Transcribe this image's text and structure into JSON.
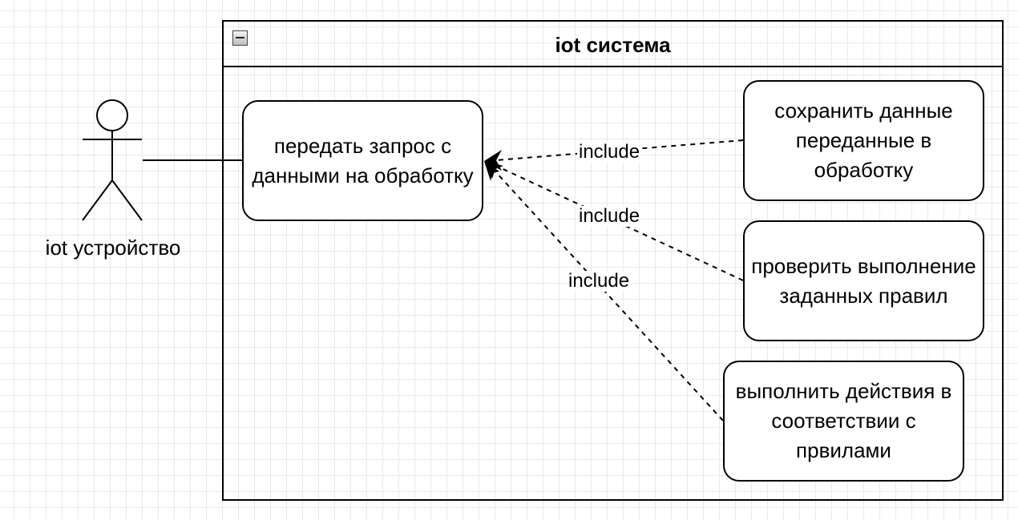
{
  "system": {
    "title": "iot система"
  },
  "actor": {
    "label": "iot устройство"
  },
  "use_cases": {
    "main": "передать запрос с данными на обработку",
    "save": "сохранить данные переданные в обработку",
    "check": "проверить выполнение заданных правил",
    "execute": "выполнить действия в соответствии с првилами"
  },
  "relations": {
    "include_save": "include",
    "include_check": "include",
    "include_execute": "include"
  },
  "icons": {
    "collapse": "minus-collapse-icon",
    "actor": "stick-figure-icon"
  }
}
